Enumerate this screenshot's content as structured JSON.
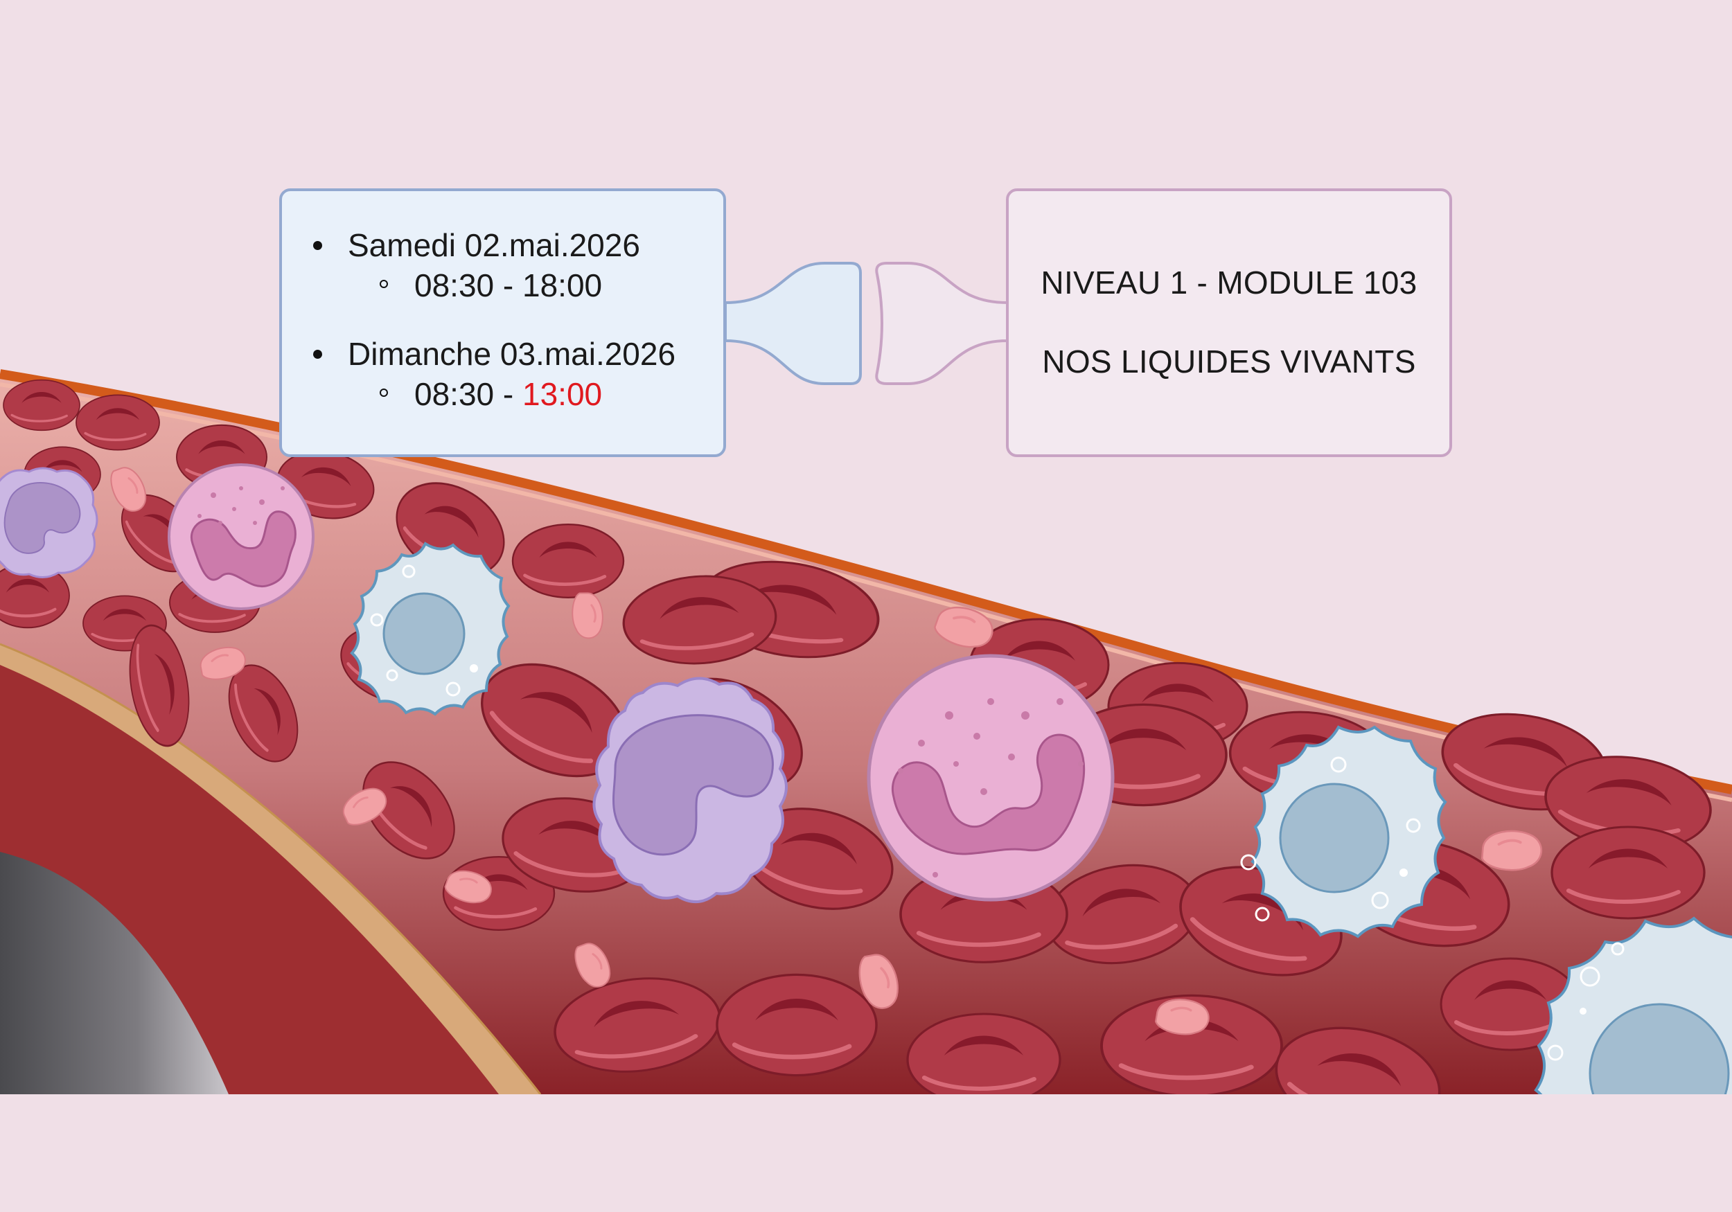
{
  "schedule": {
    "days": [
      {
        "label": "Samedi 02.mai.2026",
        "time_start": "08:30",
        "separator": " - ",
        "time_end": "18:00"
      },
      {
        "label": "Dimanche 03.mai.2026",
        "time_start": "08:30",
        "separator": " - ",
        "time_end": "13:00"
      }
    ],
    "highlight_color": "#e0191f"
  },
  "course": {
    "level_line": "NIVEAU 1 - MODULE 103",
    "name_line": "NOS LIQUIDES VIVANTS"
  },
  "colors": {
    "background": "#f0dfe7",
    "schedule_card_fill": "#e9f1fa",
    "schedule_card_border": "#93a9d0",
    "title_card_fill": "#f3e9f0",
    "title_card_border": "#c8a3c4",
    "red_blood_cell": "#b03a48",
    "vessel_outer": "#d35b1b",
    "vessel_wall_tan": "#d8a97a",
    "vessel_wall_red": "#9e2e31",
    "platelet": "#f2a1a5",
    "monocyte": "#cbb7e3",
    "eosinophil": "#eab0d4",
    "lymphocyte": "#dbe6ee"
  }
}
